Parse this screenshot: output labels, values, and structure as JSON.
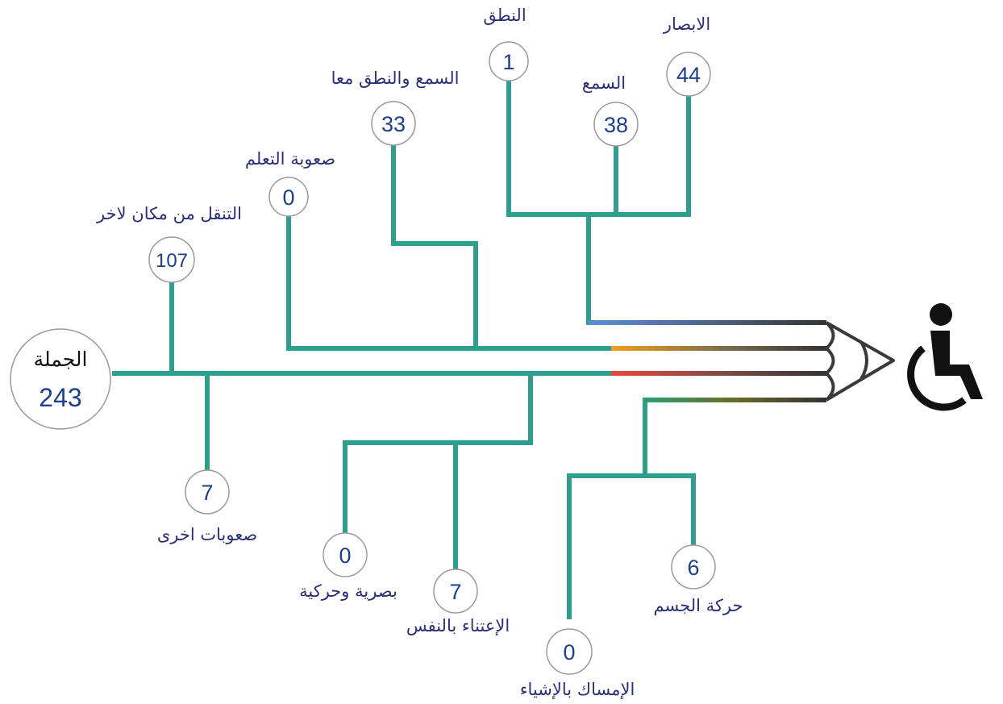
{
  "colors": {
    "branch": "#2e9e8e",
    "label_text": "#2a2f78",
    "number_text": "#1c3f8c",
    "icon": "#111111"
  },
  "total": {
    "label": "الجملة",
    "value": "243"
  },
  "icon": "wheelchair-icon",
  "categories": [
    {
      "id": "sight",
      "label": "الابصار",
      "value": "44"
    },
    {
      "id": "hearing",
      "label": "السمع",
      "value": "38"
    },
    {
      "id": "speech",
      "label": "النطق",
      "value": "1"
    },
    {
      "id": "hearing_speech",
      "label": "السمع والنطق معا",
      "value": "33"
    },
    {
      "id": "learning",
      "label": "صعوبة التعلم",
      "value": "0"
    },
    {
      "id": "mobility",
      "label": "التنقل من مكان لاخر",
      "value": "107"
    },
    {
      "id": "other",
      "label": "صعوبات اخرى",
      "value": "7"
    },
    {
      "id": "visual_motor",
      "label": "بصرية وحركية",
      "value": "0"
    },
    {
      "id": "self_care",
      "label": "الإعتناء بالنفس",
      "value": "7"
    },
    {
      "id": "grasping",
      "label": "الإمساك بالإشياء",
      "value": "0"
    },
    {
      "id": "body_movement",
      "label": "حركة الجسم",
      "value": "6"
    }
  ]
}
